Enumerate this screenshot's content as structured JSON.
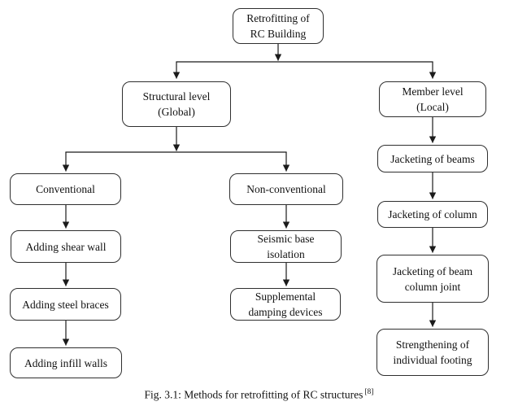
{
  "diagram": {
    "type": "flowchart",
    "nodes": {
      "root": "Retrofitting of\nRC Building",
      "structural": "Structural level\n(Global)",
      "member": "Member level\n(Local)",
      "conventional": "Conventional",
      "nonconventional": "Non-conventional",
      "shear_wall": "Adding shear wall",
      "steel_braces": "Adding steel braces",
      "infill_walls": "Adding infill walls",
      "seismic_isolation": "Seismic base\nisolation",
      "damping_devices": "Supplemental\ndamping devices",
      "jacketing_beams": "Jacketing of beams",
      "jacketing_column": "Jacketing of column",
      "jacketing_joint": "Jacketing of beam\ncolumn joint",
      "strengthening_footing": "Strengthening of\nindividual footing"
    },
    "edges": [
      {
        "from": "root",
        "to": "structural"
      },
      {
        "from": "root",
        "to": "member"
      },
      {
        "from": "structural",
        "to": "conventional"
      },
      {
        "from": "structural",
        "to": "nonconventional"
      },
      {
        "from": "conventional",
        "to": "shear_wall"
      },
      {
        "from": "shear_wall",
        "to": "steel_braces"
      },
      {
        "from": "steel_braces",
        "to": "infill_walls"
      },
      {
        "from": "nonconventional",
        "to": "seismic_isolation"
      },
      {
        "from": "seismic_isolation",
        "to": "damping_devices"
      },
      {
        "from": "member",
        "to": "jacketing_beams"
      },
      {
        "from": "jacketing_beams",
        "to": "jacketing_column"
      },
      {
        "from": "jacketing_column",
        "to": "jacketing_joint"
      },
      {
        "from": "jacketing_joint",
        "to": "strengthening_footing"
      }
    ],
    "caption": {
      "text": "Fig. 3.1: Methods for retrofitting of RC structures",
      "ref": "[8]"
    },
    "colors": {
      "background": "#ffffff",
      "box_fill": "#ffffff",
      "box_border": "#2f2f2f",
      "line": "#1b1b1b",
      "text": "#111111"
    }
  }
}
